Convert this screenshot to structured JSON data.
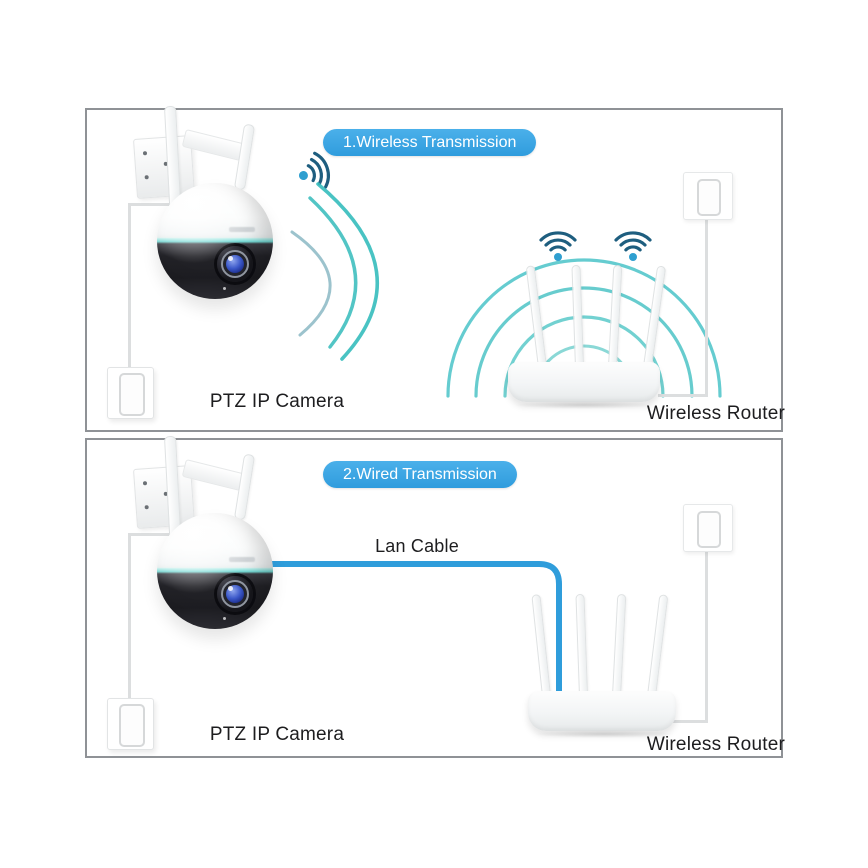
{
  "panels": [
    {
      "badge": "1.Wireless Transmission",
      "camera_label": "PTZ IP Camera",
      "router_label": "Wireless Router"
    },
    {
      "badge": "2.Wired Transmission",
      "camera_label": "PTZ IP Camera",
      "router_label": "Wireless Router",
      "cable_label": "Lan Cable"
    }
  ],
  "colors": {
    "badge_blue": "#35a3e2",
    "signal_teal": "#3fbfbf",
    "wifi_dark": "#1e5e7f",
    "wifi_dot": "#2f9fd0",
    "lan_cable_blue": "#2f9ddb",
    "panel_border": "#8f9296"
  }
}
